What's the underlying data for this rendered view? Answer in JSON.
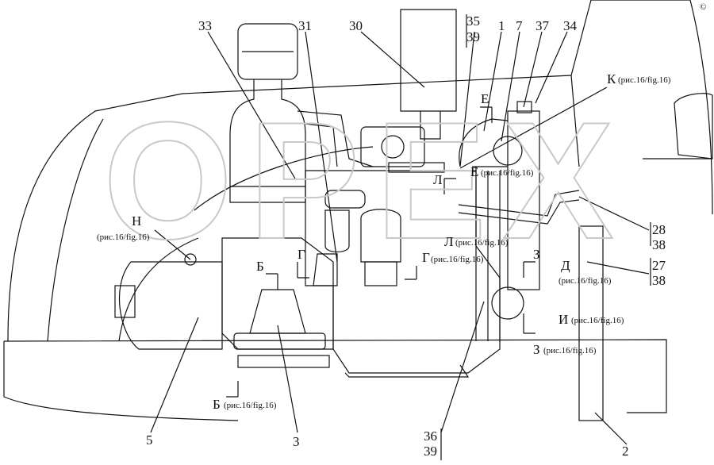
{
  "watermark": "OPEX",
  "callouts": {
    "n1": "1",
    "n2": "2",
    "n3": "3",
    "n5": "5",
    "n7": "7",
    "n27": "27",
    "n28": "28",
    "n30": "30",
    "n31": "31",
    "n33": "33",
    "n34": "34",
    "n37": "37",
    "n35": "35",
    "n38a": "38",
    "n38b": "38",
    "n39a": "39",
    "n36": "36",
    "n39b": "39"
  },
  "section_refs": {
    "k": "К",
    "k_ref": "(рис.16/fig.16)",
    "e_top": "Е",
    "e_mid": "Е",
    "e_mid_ref": "(рис.16/fig.16)",
    "l_top": "Л",
    "l_mid": "Л",
    "l_mid_ref": "(рис.16/fig.16)",
    "n": "Н",
    "n_ref": "(рис.16/fig.16)",
    "b_top": "Б",
    "b_bot": "Б",
    "b_bot_ref": "(рис.16/fig.16)",
    "g_left": "Г",
    "g_right": "Г",
    "g_right_ref": "(рис.16/fig.16)",
    "z_top": "З",
    "z_bot": "З",
    "z_bot_ref": "(рис.16/fig.16)",
    "d": "Д",
    "d_ref": "(рис.16/fig.16)",
    "i": "И",
    "i_ref": "(рис.16/fig.16)"
  },
  "corner_mark": "©"
}
